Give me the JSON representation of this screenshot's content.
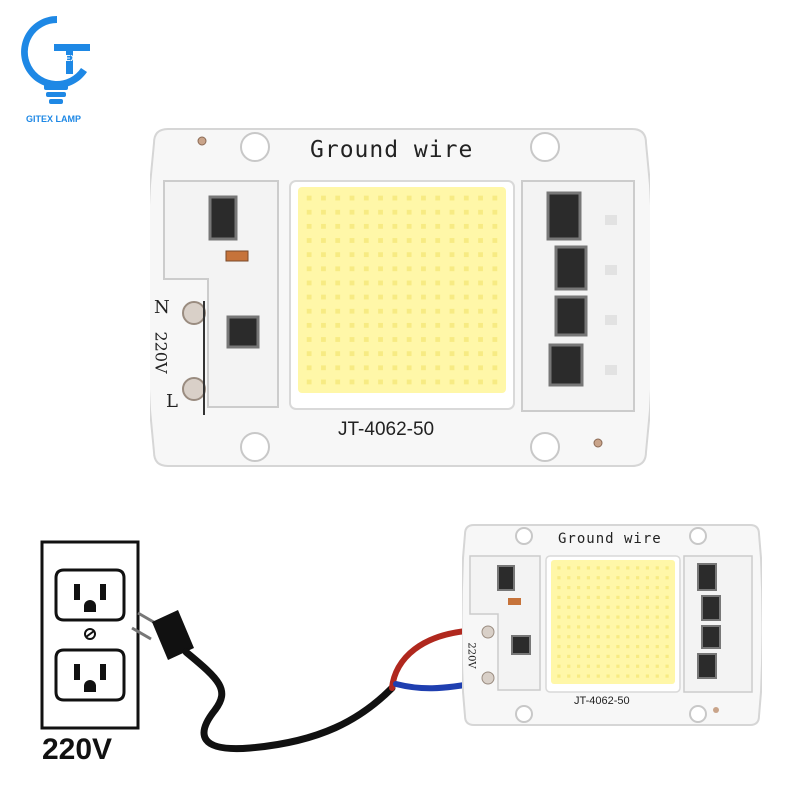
{
  "brand": {
    "logo_letters": "GITEX",
    "name": "GITEX LAMP",
    "color": "#1e88e5"
  },
  "led_module_large": {
    "top_label": "Ground wire",
    "model": "JT-4062-50",
    "terminal_n": "N",
    "terminal_l": "L",
    "voltage": "220V",
    "phosphor_color": "#fff7a8"
  },
  "led_module_small": {
    "top_label": "Ground wire",
    "model": "JT-4062-50",
    "voltage": "220V"
  },
  "outlet": {
    "voltage_label": "220V"
  },
  "cable": {
    "red_wire": "#b0281e",
    "blue_wire": "#1f3fb0",
    "black_cord": "#111111"
  }
}
